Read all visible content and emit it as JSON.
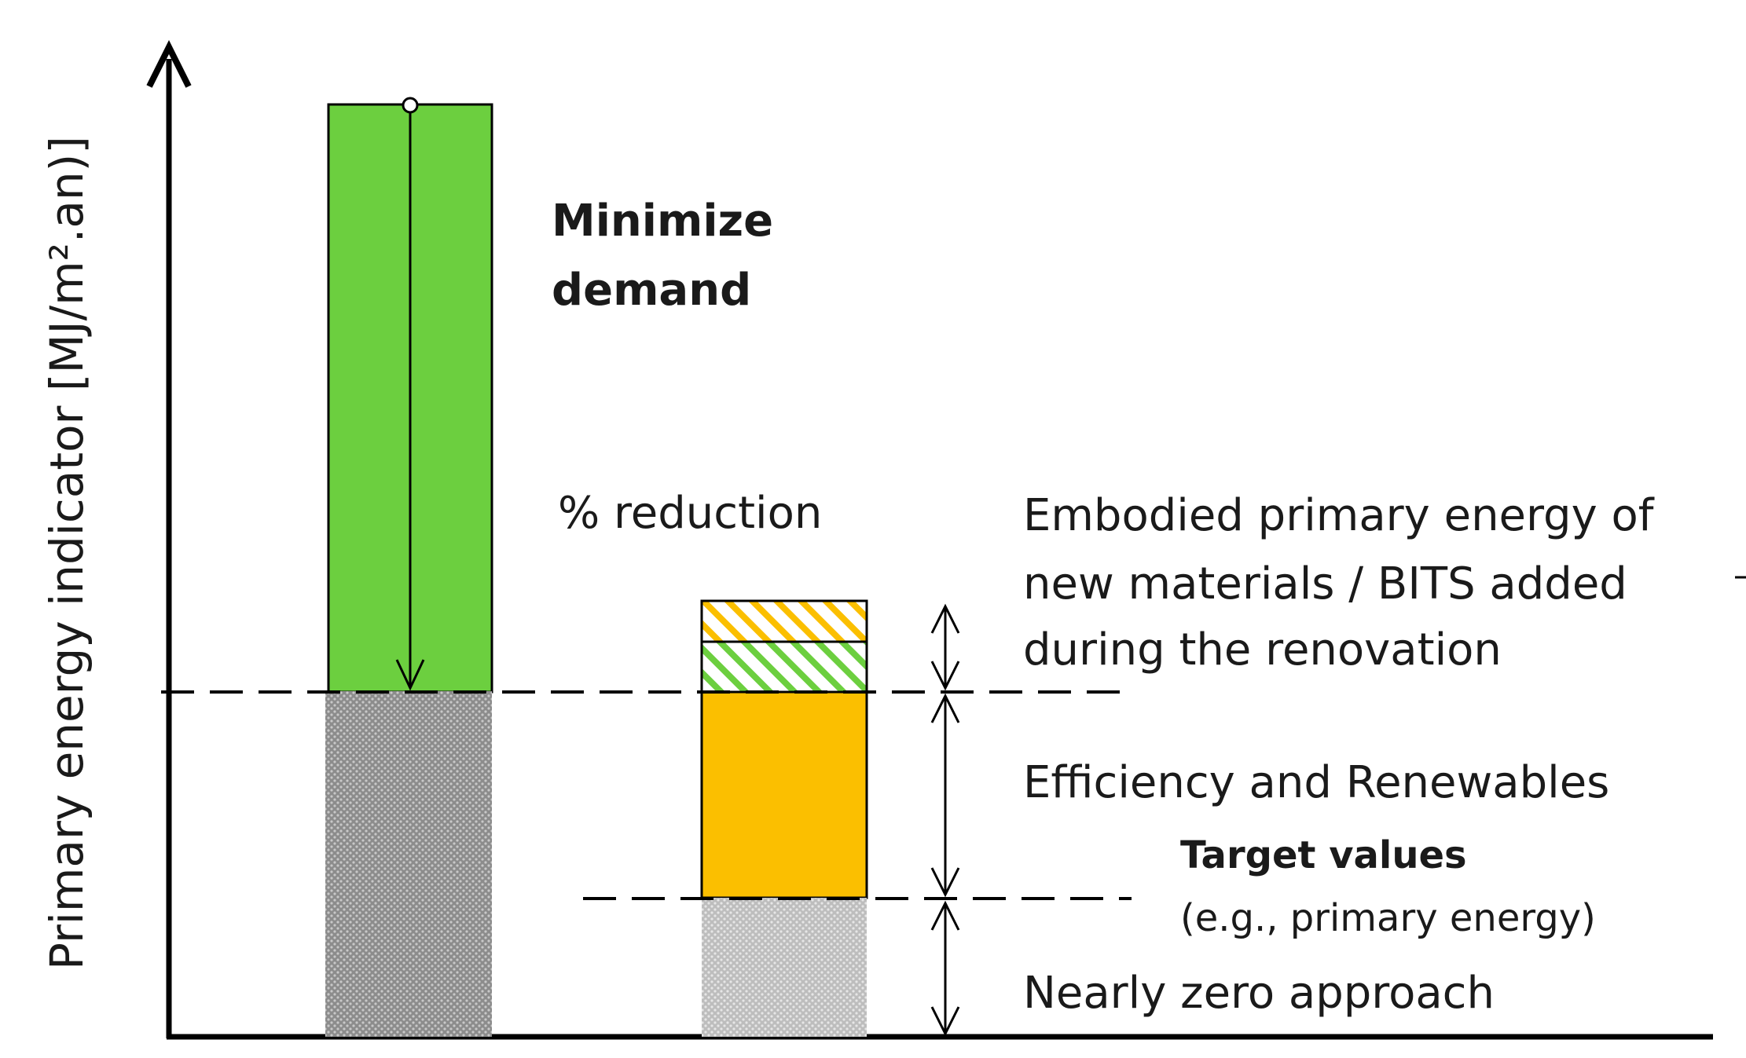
{
  "axis": {
    "y_label": "Primary energy indicator [MJ/m².an)]"
  },
  "labels": {
    "minimize_line1": "Minimize",
    "minimize_line2": "demand",
    "reduction": "% reduction",
    "embodied_line1": "Embodied primary energy of",
    "embodied_line2": "new materials / BITS added",
    "embodied_line3": "during the renovation",
    "efficiency": "Efficiency and Renewables",
    "target_line1": "Target values",
    "target_line2": "(e.g., primary energy)",
    "nearly_zero": "Nearly zero approach"
  },
  "colors": {
    "green": "#6ccf3f",
    "orange": "#fbbf00",
    "grey": "#9a9a9a",
    "axis": "#000000"
  }
}
